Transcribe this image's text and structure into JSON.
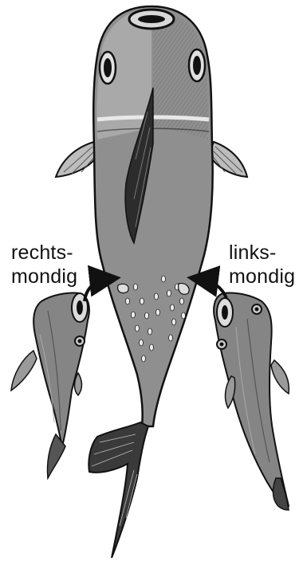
{
  "labels": {
    "right_mouthed": {
      "line1": "rechts-",
      "line2": "mondig"
    },
    "left_mouthed": {
      "line1": "links-",
      "line2": "mondig"
    }
  },
  "colors": {
    "fish_body": "#8f8f8f",
    "fish_dark": "#3a3a3a",
    "fish_light": "#c8c8c8",
    "outline": "#111111",
    "background": "#ffffff"
  },
  "icons": {
    "central_fish": "fish-top-view-illustration",
    "small_fish_left": "right-mouthed-fish-illustration",
    "small_fish_right": "left-mouthed-fish-illustration",
    "arrow": "curved-arrow-icon"
  }
}
